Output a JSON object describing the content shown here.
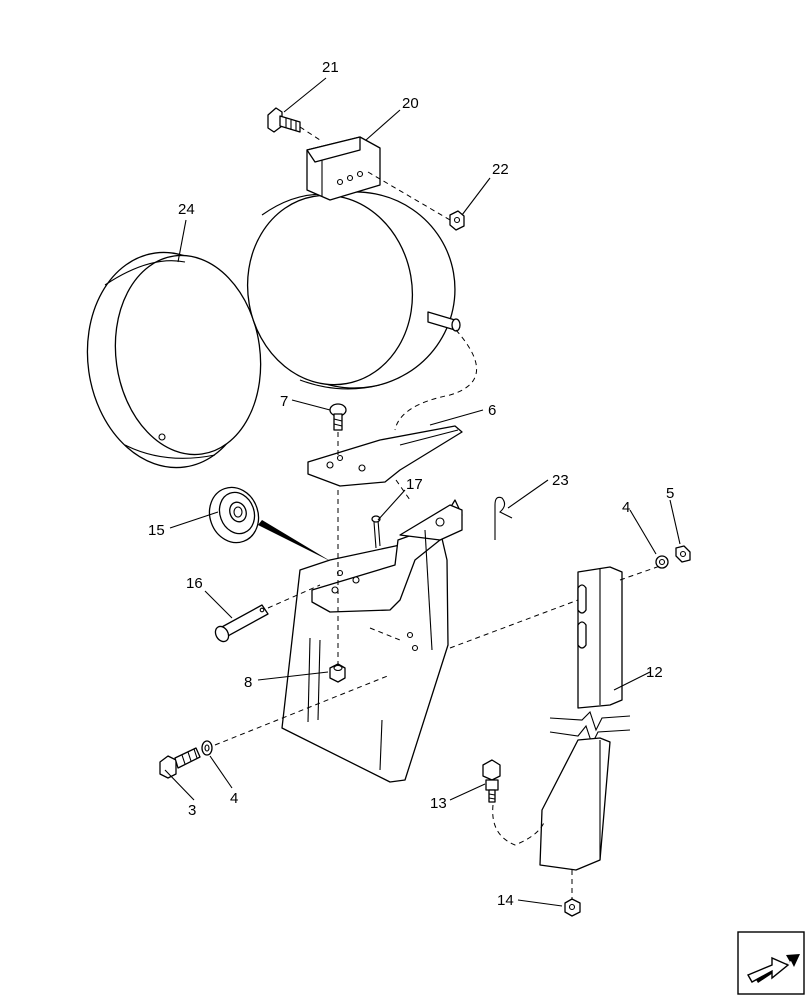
{
  "callouts": [
    {
      "id": "c21",
      "label": "21"
    },
    {
      "id": "c20",
      "label": "20"
    },
    {
      "id": "c22",
      "label": "22"
    },
    {
      "id": "c24",
      "label": "24"
    },
    {
      "id": "c7",
      "label": "7"
    },
    {
      "id": "c6",
      "label": "6"
    },
    {
      "id": "c17",
      "label": "17"
    },
    {
      "id": "c23",
      "label": "23"
    },
    {
      "id": "c15",
      "label": "15"
    },
    {
      "id": "c16",
      "label": "16"
    },
    {
      "id": "c4a",
      "label": "4"
    },
    {
      "id": "c5",
      "label": "5"
    },
    {
      "id": "c12",
      "label": "12"
    },
    {
      "id": "c8",
      "label": "8"
    },
    {
      "id": "c3",
      "label": "3"
    },
    {
      "id": "c4b",
      "label": "4"
    },
    {
      "id": "c13",
      "label": "13"
    },
    {
      "id": "c14",
      "label": "14"
    }
  ],
  "nav": {
    "icon": "next-page-arrow-icon"
  }
}
